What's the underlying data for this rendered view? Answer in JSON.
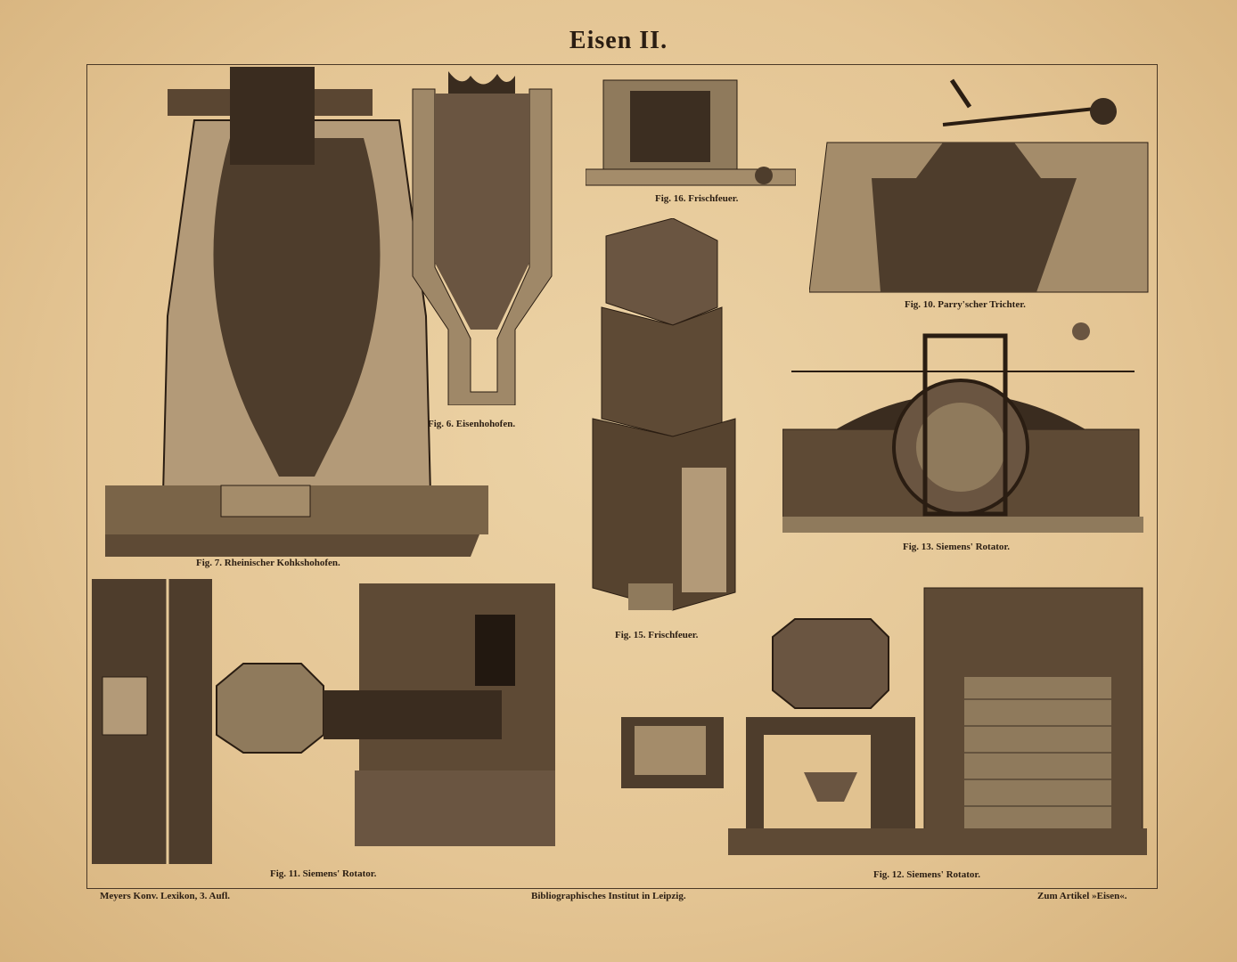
{
  "title": "Eisen II.",
  "figures": [
    {
      "id": "fig7",
      "caption": "Fig. 7.   Rheinischer Kohkshohofen."
    },
    {
      "id": "fig6",
      "caption": "Fig. 6.   Eisenhohofen."
    },
    {
      "id": "fig16",
      "caption": "Fig. 16.   Frischfeuer."
    },
    {
      "id": "fig10",
      "caption": "Fig. 10.   Parry'scher Trichter."
    },
    {
      "id": "fig15",
      "caption": "Fig. 15.   Frischfeuer."
    },
    {
      "id": "fig13",
      "caption": "Fig. 13.   Siemens' Rotator."
    },
    {
      "id": "fig11",
      "caption": "Fig. 11.   Siemens' Rotator."
    },
    {
      "id": "fig12",
      "caption": "Fig. 12.   Siemens' Rotator."
    }
  ],
  "footer": {
    "left": "Meyers Konv. Lexikon, 3. Aufl.",
    "center": "Bibliographisches Institut in Leipzig.",
    "right": "Zum Artikel »Eisen«."
  },
  "colors": {
    "paper": "#e6c998",
    "ink": "#2a1d12"
  }
}
